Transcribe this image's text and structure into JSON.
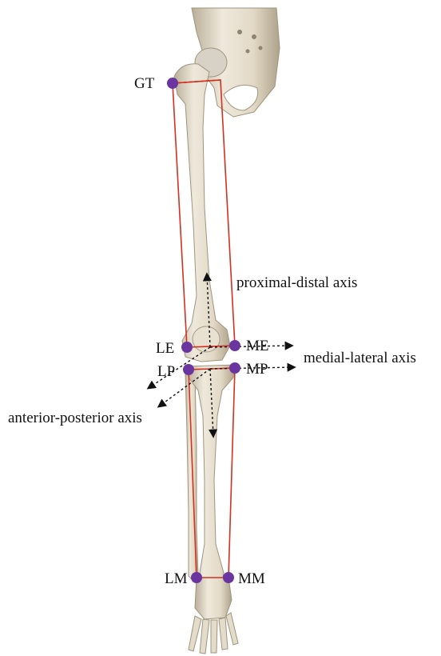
{
  "landmarks": {
    "gt": "GT",
    "le": "LE",
    "me": "ME",
    "lp": "LP",
    "mp": "MP",
    "lm": "LM",
    "mm": "MM"
  },
  "axes": {
    "proximal_distal": "proximal-distal axis",
    "medial_lateral": "medial-lateral axis",
    "anterior_posterior": "anterior-posterior axis"
  },
  "colors": {
    "marker": "#6b35a0",
    "outline": "#d4301f",
    "bone": "#e4dccb",
    "bone_shadow": "#b9ae98",
    "arrow": "#111111"
  }
}
